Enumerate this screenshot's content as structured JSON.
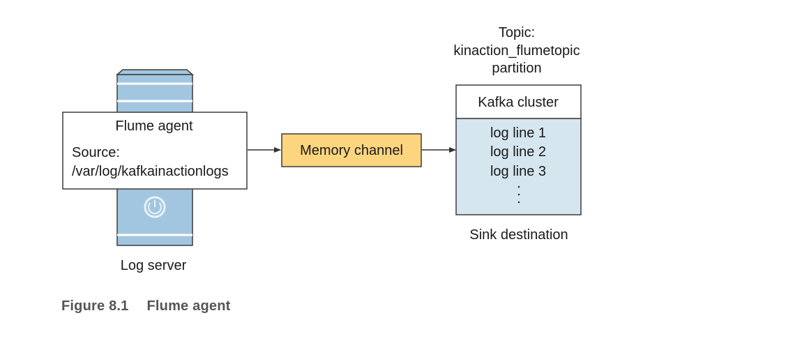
{
  "diagram": {
    "log_server": {
      "label": "Log server",
      "power_icon": "power-icon",
      "colors": {
        "tower_fill": "#a3c6e0",
        "tower_stroke": "#3b3b3b"
      }
    },
    "flume_agent": {
      "title": "Flume agent",
      "source_label": "Source:",
      "source_path": "/var/log/kafkainactionlogs"
    },
    "memory_channel": {
      "label": "Memory channel",
      "color": "#fdd57e"
    },
    "topic": {
      "line1": "Topic:",
      "line2": "kinaction_flumetopic",
      "line3": "partition"
    },
    "kafka_cluster": {
      "header": "Kafka cluster",
      "lines": [
        "log line 1",
        "log line 2",
        "log line 3"
      ],
      "color": "#d6e6ee"
    },
    "sink_label": "Sink destination"
  },
  "caption": {
    "number": "Figure 8.1",
    "title": "Flume agent"
  }
}
